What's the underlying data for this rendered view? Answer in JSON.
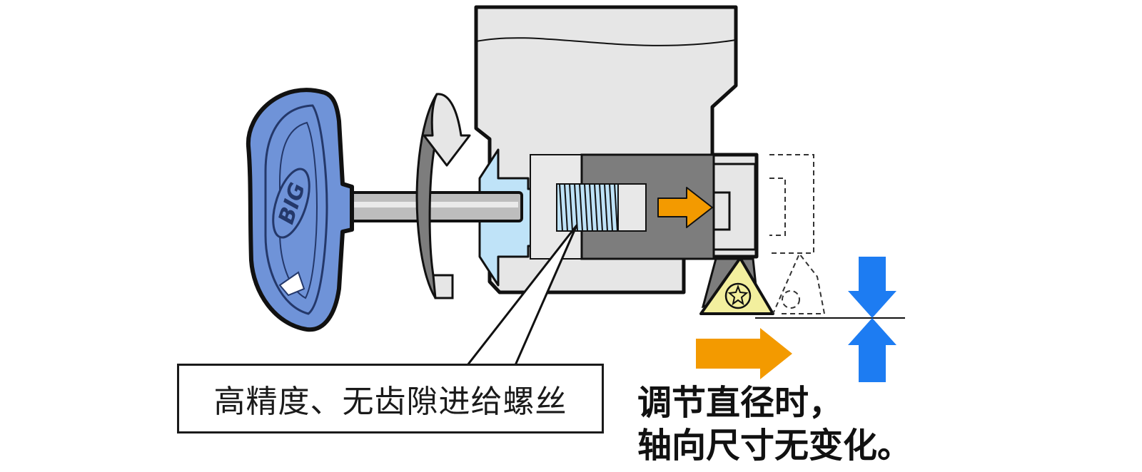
{
  "logo": {
    "text": "BIG"
  },
  "callout": {
    "label": "高精度、无齿隙进给螺丝"
  },
  "note": {
    "line1": "调节直径时，",
    "line2": "轴向尺寸无变化。"
  },
  "icons": [
    "rotation-arrow-icon",
    "orange-arrow-icon",
    "blue-arrows-icon",
    "torx-screw-icon"
  ],
  "colors": {
    "key_blue": "#6f93d8",
    "bar_blue": "#bfe3f8",
    "body_gray": "#e6e6e6",
    "dark_gray": "#7d7d7d",
    "orange": "#f39a00",
    "arrow_blue": "#1d7cf2",
    "insert_yellow": "#f3ef9e"
  }
}
